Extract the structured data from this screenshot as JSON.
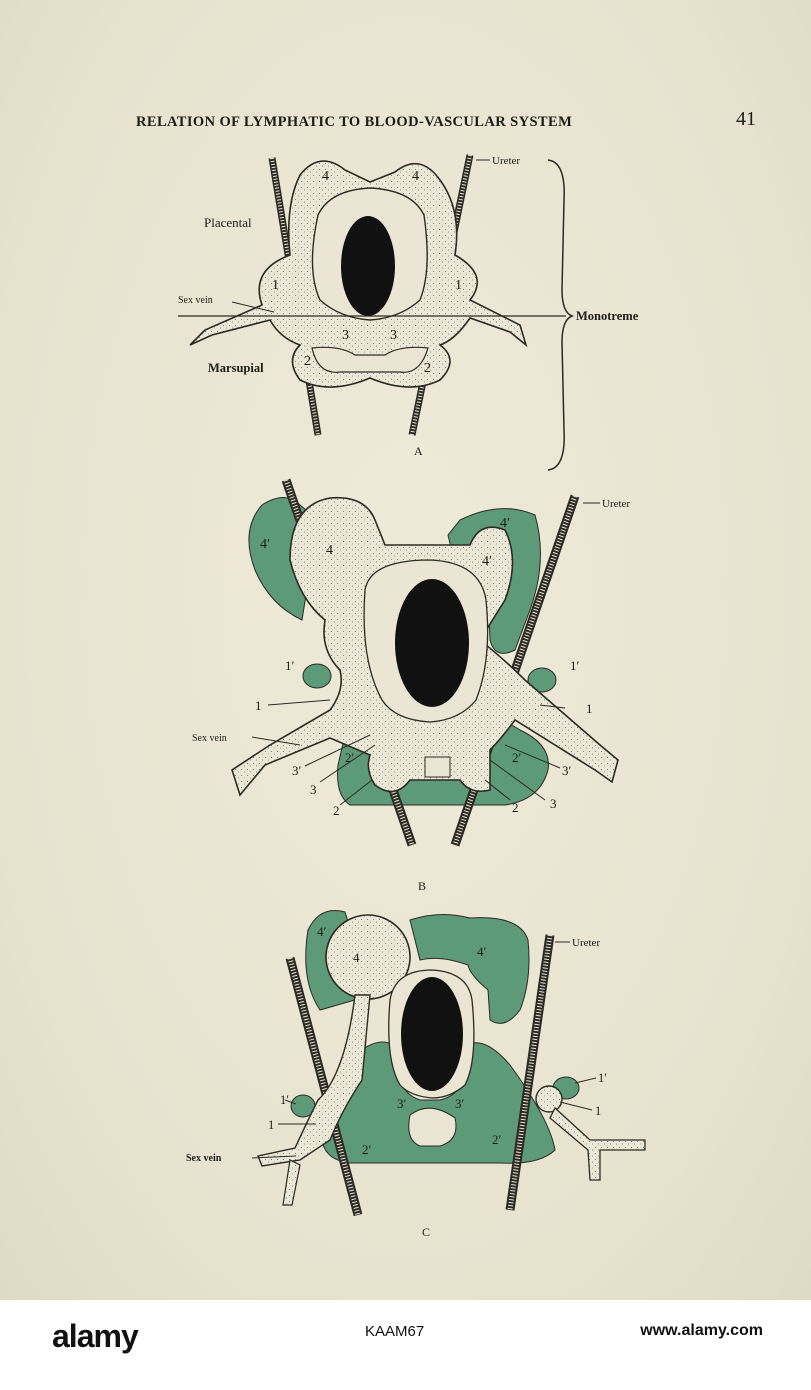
{
  "header": {
    "title": "RELATION OF LYMPHATIC TO BLOOD-VASCULAR SYSTEM",
    "page_number": "41"
  },
  "figure_a": {
    "letter": "A",
    "labels": {
      "ureter": "Ureter",
      "placental": "Placental",
      "sex_vein": "Sex vein",
      "marsupial": "Marsupial",
      "monotreme": "Monotreme",
      "n4": "4",
      "n1": "1",
      "n3": "3",
      "n2": "2"
    }
  },
  "figure_b": {
    "letter": "B",
    "labels": {
      "ureter": "Ureter",
      "sex_vein": "Sex vein",
      "n4p": "4′",
      "n4": "4",
      "n1p": "1′",
      "n1": "1",
      "n2p": "2′",
      "n2": "2",
      "n3p": "3′",
      "n3": "3"
    }
  },
  "figure_c": {
    "letter": "C",
    "labels": {
      "ureter": "Ureter",
      "sex_vein": "Sex vein",
      "n4p": "4′",
      "n4": "4",
      "n1p": "1′",
      "n1": "1",
      "n2p": "2′",
      "n3p": "3′"
    }
  },
  "watermark": {
    "brand": "alamy",
    "image_id": "KAAM67",
    "site": "www.alamy.com"
  },
  "colors": {
    "paper": "#eae6d3",
    "green": "#5d9a78",
    "ink": "#1e1c17",
    "stipple": "#ece8d8"
  }
}
